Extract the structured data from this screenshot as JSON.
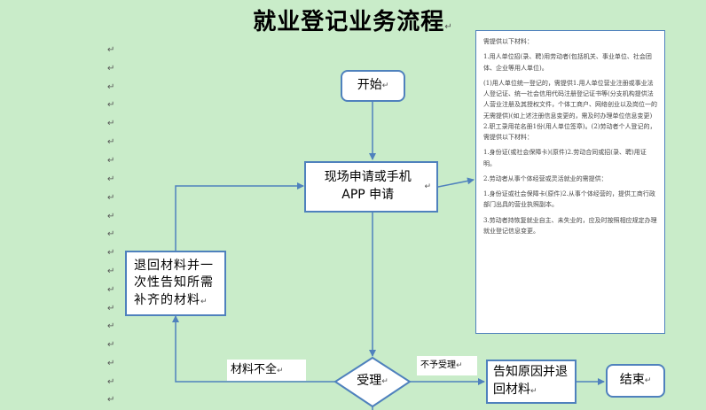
{
  "title": "就业登记业务流程",
  "paragraph_mark": "↵",
  "nodes": {
    "start": "开始",
    "apply": "现场申请或手机 APP 申请",
    "return_materials": "退回材料并一次性告知所需补齐的材料",
    "accept": "受理",
    "notify_return": "告知原因并退回材料",
    "end": "结束"
  },
  "edge_labels": {
    "incomplete": "材料不全",
    "rejected": "不予受理"
  },
  "requirements_note": [
    "需提供以下材料：",
    "1.用人单位招(录、聘)用劳动者(包括机关、事业单位、社会团体、企业等用人单位)。",
    "(1)用人单位统一登记的，需提供1.用人单位营业注册或事业法人登记证、统一社会信用代码注册登记证书等(分支机构提供法人营业注册及其授权文件，个体工商户、网络创业以及岗位一的无需提供)(如上述注册信息变更的，需及时办理单位信息变更)2.职工录用花名册1份(用人单位签章)。(2)劳动者个人登记的，需提供以下材料：",
    "1.身份证(或社会保障卡)(原件)2.劳动合同或招(录、聘)用证明。",
    "2.劳动者从事个体经营或灵活就业的需提供：",
    "1.身份证或社会保障卡(原件)2.从事个体经营的，提供工商行政部门出具的营业执照副本。",
    "3.劳动者持恢复就业自主、未失业的，应及时按照相应规定办理就业登记信息变更。"
  ]
}
